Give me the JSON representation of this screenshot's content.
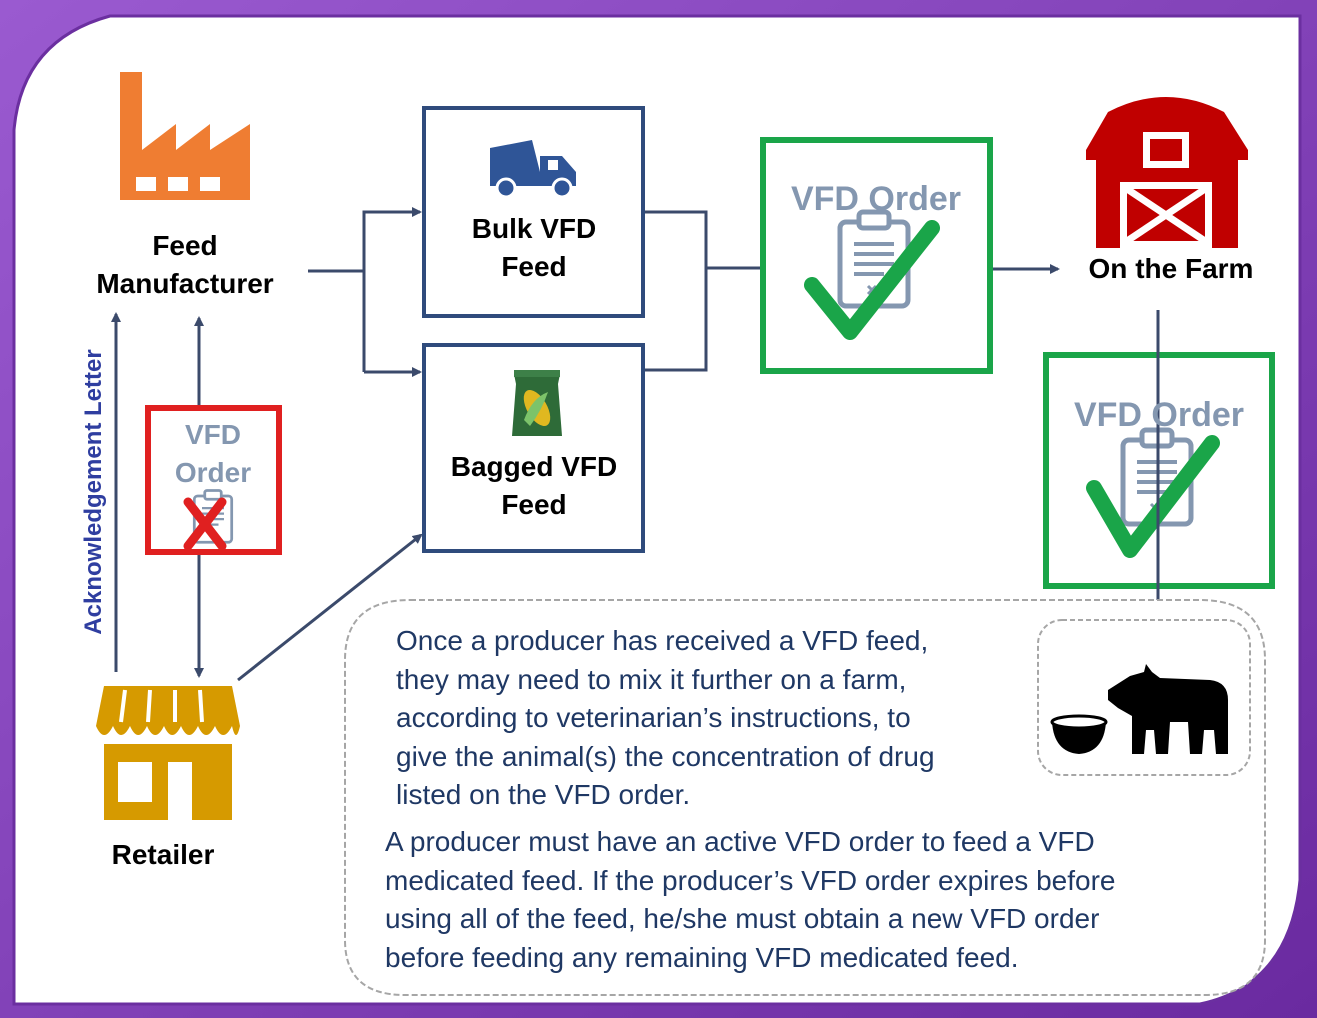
{
  "nodes": {
    "feed_manufacturer": "Feed Manufacturer",
    "bulk_feed": "Bulk VFD Feed",
    "bagged_feed": "Bagged VFD Feed",
    "on_the_farm": "On the Farm",
    "retailer": "Retailer"
  },
  "vfd_order_label": "VFD Order",
  "acknowledgement_letter": "Acknowledgement Letter",
  "note_mixing": "Once a producer has received a VFD feed, they may need to mix it further on a farm, according to veterinarian’s instructions, to give the animal(s) the concentration of drug listed on the VFD order.",
  "note_mixing_lines": [
    "Once a producer has received a VFD feed,",
    "they may need to mix it further on a farm,",
    "according to veterinarian’s instructions, to",
    "give the animal(s) the concentration of drug",
    "listed on the VFD order."
  ],
  "note_active_order_lines": [
    "A producer must have an active VFD order to feed a VFD",
    "medicated feed. If the producer’s VFD order expires before",
    "using all of the feed, he/she must obtain a new VFD order",
    "before feeding any remaining VFD medicated feed."
  ],
  "icons": [
    "factory-icon",
    "dump-truck-icon",
    "feed-bag-icon",
    "barn-icon",
    "storefront-icon",
    "clipboard-icon",
    "checkmark-icon",
    "x-mark-icon",
    "cow-icon",
    "bowl-icon"
  ],
  "colors": {
    "frame_purple": "#7030a0",
    "box_navy": "#2f4b7c",
    "arrow": "#3b4a6b",
    "order_green": "#1aa549",
    "order_red": "#e02020",
    "factory_orange": "#ef7d32",
    "barn_red": "#c00000",
    "store_gold": "#d69a00",
    "order_text_gray": "#8497b0"
  }
}
